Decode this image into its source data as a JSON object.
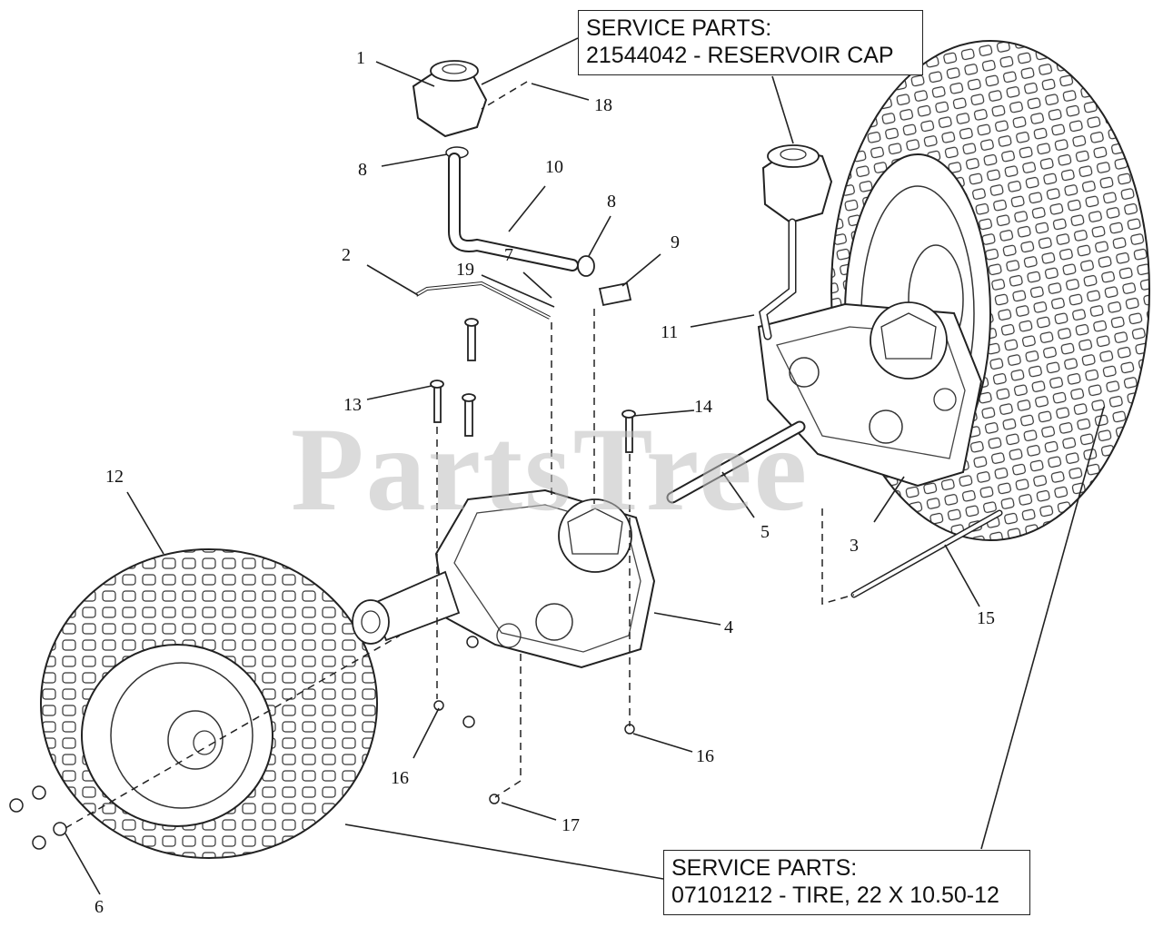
{
  "watermark": "PartsTree",
  "service_boxes": [
    {
      "id": "top",
      "heading": "SERVICE PARTS:",
      "line": "21544042 - RESERVOIR CAP"
    },
    {
      "id": "bottom",
      "heading": "SERVICE PARTS:",
      "line": "07101212 - TIRE, 22 X 10.50-12"
    }
  ],
  "callouts": [
    "1",
    "18",
    "8",
    "10",
    "8",
    "9",
    "2",
    "19",
    "7",
    "11",
    "13",
    "14",
    "12",
    "5",
    "3",
    "15",
    "4",
    "16",
    "16",
    "17",
    "6"
  ],
  "colors": {
    "line": "#222222",
    "watermark": "#bebebe"
  }
}
